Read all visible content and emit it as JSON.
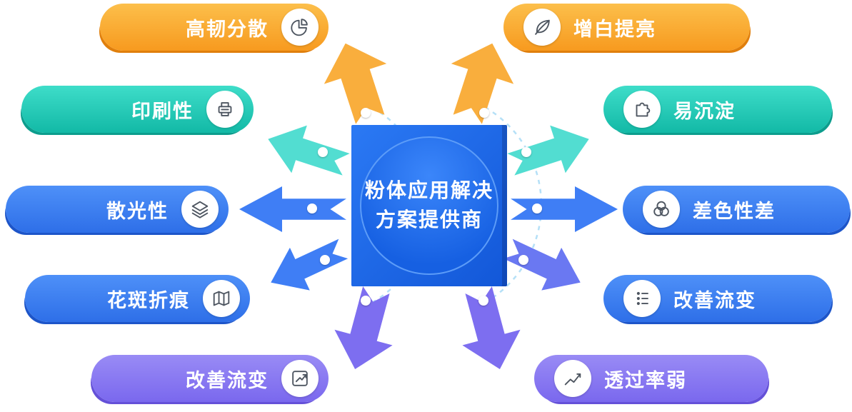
{
  "center": {
    "title_lines": [
      "粉体应用解决",
      "方案提供商"
    ],
    "square_color": "#1a63e6",
    "circle_color": "#1f6ae8",
    "text_color": "#ffffff"
  },
  "items": {
    "left": [
      {
        "label": "高韧分散",
        "icon": "pie-chart-icon",
        "theme": "orange"
      },
      {
        "label": "印刷性",
        "icon": "printer-icon",
        "theme": "teal"
      },
      {
        "label": "散光性",
        "icon": "layers-icon",
        "theme": "blue"
      },
      {
        "label": "花斑折痕",
        "icon": "map-icon",
        "theme": "blue"
      },
      {
        "label": "改善流变",
        "icon": "trend-box-icon",
        "theme": "purple"
      }
    ],
    "right": [
      {
        "label": "增白提亮",
        "icon": "leaf-icon",
        "theme": "orange"
      },
      {
        "label": "易沉淀",
        "icon": "puzzle-icon",
        "theme": "teal"
      },
      {
        "label": "差色性差",
        "icon": "overlapping-circles-icon",
        "theme": "blue"
      },
      {
        "label": "改善流变",
        "icon": "list-dots-icon",
        "theme": "blue"
      },
      {
        "label": "透过率弱",
        "icon": "line-chart-icon",
        "theme": "purple"
      }
    ]
  },
  "theme_colors": {
    "orange": {
      "start": "#fcbf4b",
      "end": "#f79a1f",
      "edge": "#e07f0c"
    },
    "teal": {
      "start": "#3eddc9",
      "end": "#12b9a6",
      "edge": "#0c9d8d"
    },
    "blue": {
      "start": "#4e90f8",
      "end": "#2e6fe8",
      "edge": "#1d55c9"
    },
    "purple": {
      "start": "#998bf5",
      "end": "#7a68ee",
      "edge": "#6450d8"
    }
  },
  "connector_colors": {
    "orange": "#f9ae3d",
    "teal": "#52ddd1",
    "blue": "#3f7ef5",
    "indigo": "#6a78f2",
    "purple": "#7d6ef0",
    "dot": "#ffffff",
    "dashed_arc": "#b5e0f7"
  }
}
